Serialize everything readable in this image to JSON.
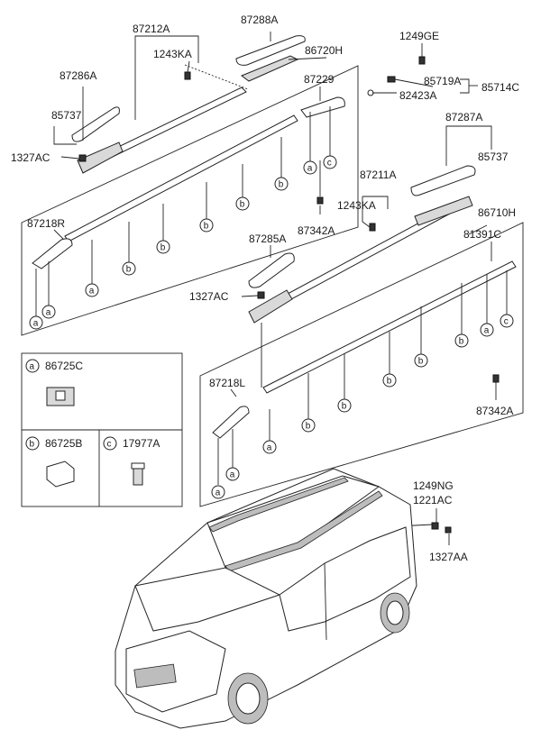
{
  "labels": [
    {
      "id": "87212A",
      "text": "87212A"
    },
    {
      "id": "87288A",
      "text": "87288A"
    },
    {
      "id": "1243KA-top",
      "text": "1243KA"
    },
    {
      "id": "86720H",
      "text": "86720H"
    },
    {
      "id": "1249GE",
      "text": "1249GE"
    },
    {
      "id": "87286A",
      "text": "87286A"
    },
    {
      "id": "85719A",
      "text": "85719A"
    },
    {
      "id": "85714C",
      "text": "85714C"
    },
    {
      "id": "87229",
      "text": "87229"
    },
    {
      "id": "82423A",
      "text": "82423A"
    },
    {
      "id": "85737-left",
      "text": "85737"
    },
    {
      "id": "87287A",
      "text": "87287A"
    },
    {
      "id": "1327AC-top",
      "text": "1327AC"
    },
    {
      "id": "85737-right",
      "text": "85737"
    },
    {
      "id": "87211A",
      "text": "87211A"
    },
    {
      "id": "1243KA-mid",
      "text": "1243KA"
    },
    {
      "id": "86710H",
      "text": "86710H"
    },
    {
      "id": "87218R",
      "text": "87218R"
    },
    {
      "id": "87342A-top",
      "text": "87342A"
    },
    {
      "id": "81391C",
      "text": "81391C"
    },
    {
      "id": "87285A",
      "text": "87285A"
    },
    {
      "id": "1327AC-mid",
      "text": "1327AC"
    },
    {
      "id": "87218L",
      "text": "87218L"
    },
    {
      "id": "87342A-bottom",
      "text": "87342A"
    },
    {
      "id": "1249NG",
      "text": "1249NG"
    },
    {
      "id": "1221AC",
      "text": "1221AC"
    },
    {
      "id": "1327AA",
      "text": "1327AA"
    }
  ],
  "bubbles": {
    "a": "a",
    "b": "b",
    "c": "c"
  },
  "legend": {
    "a_part": "86725C",
    "b_part": "86725B",
    "c_part": "17977A"
  }
}
